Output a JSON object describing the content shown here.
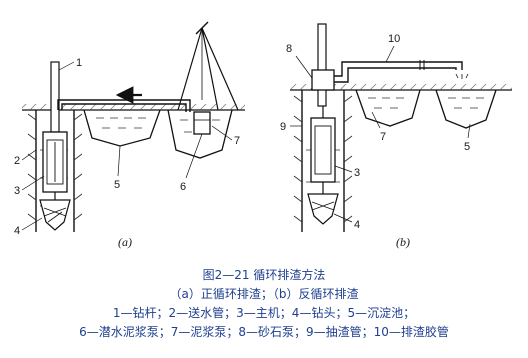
{
  "figure": {
    "panel_a_label": "(a)",
    "panel_b_label": "(b)",
    "labels_a": [
      "1",
      "2",
      "3",
      "4",
      "5",
      "6",
      "7"
    ],
    "labels_b": [
      "8",
      "9",
      "10",
      "7",
      "3",
      "4",
      "5"
    ]
  },
  "caption": {
    "title": "图2—21  循环排渣方法",
    "subtitle": "（a）正循环排渣；（b）反循环排渣",
    "legend_line1": "1—钻杆；2—送水管；3—主机；4—钻头；5—沉淀池；",
    "legend_line2": "6—潜水泥浆泵；7—泥浆泵；8—砂石泵；9—抽渣管；10—排渣胶管"
  }
}
